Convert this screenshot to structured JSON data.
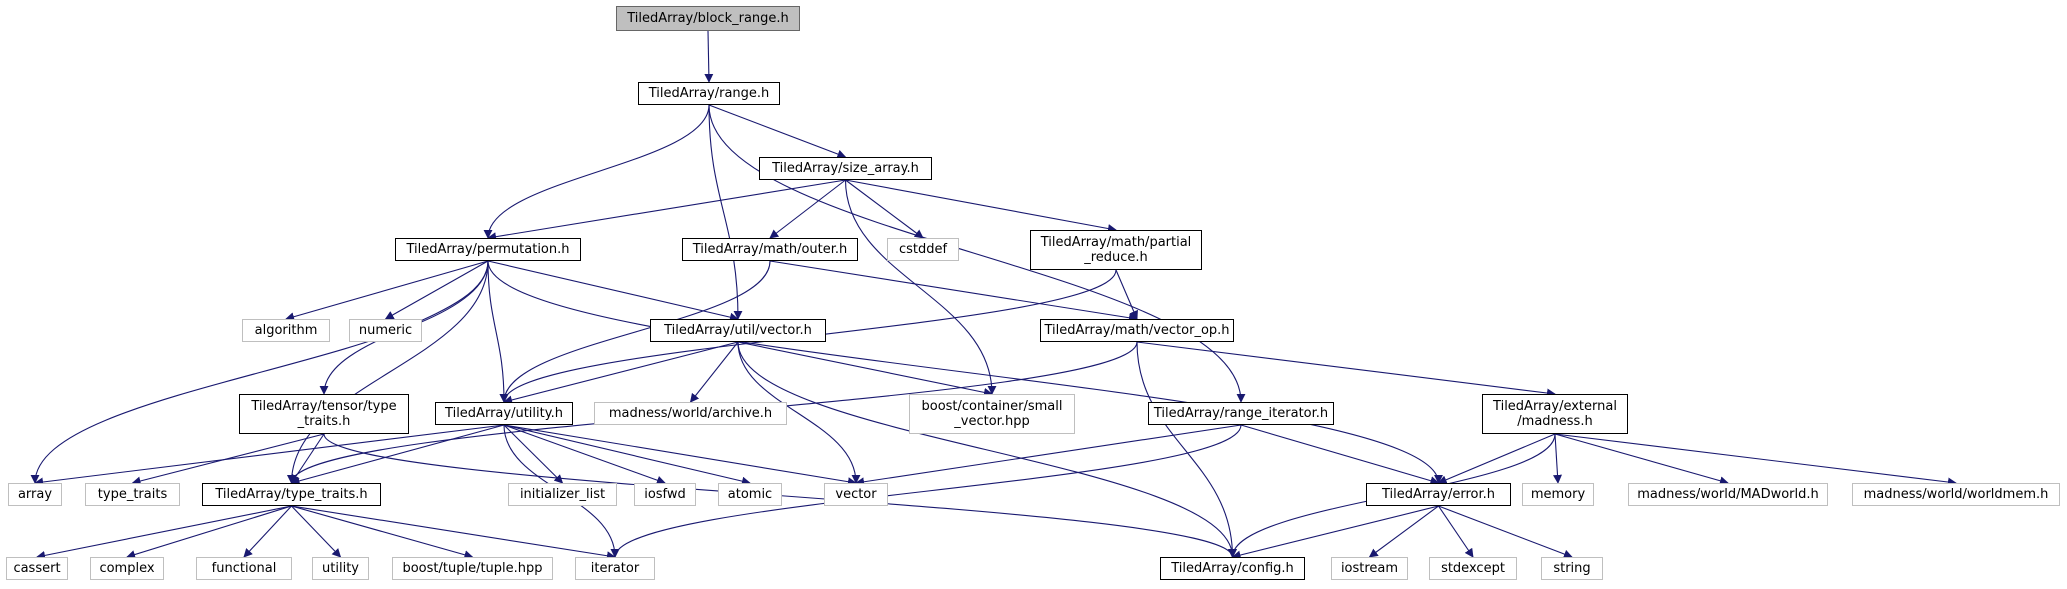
{
  "diagram": {
    "type": "include-dependency-graph",
    "colors": {
      "edge": "#191970",
      "root_fill": "#bfbfbf",
      "strong_border": "#000000",
      "weak_border": "#bfbfbf"
    },
    "nodes": {
      "block_range": "TiledArray/block_range.h",
      "range": "TiledArray/range.h",
      "size_array": "TiledArray/size_array.h",
      "permutation": "TiledArray/permutation.h",
      "math_outer": "TiledArray/math/outer.h",
      "cstddef": "cstddef",
      "math_partial_reduce": "TiledArray/math/partial\n_reduce.h",
      "algorithm": "algorithm",
      "numeric": "numeric",
      "util_vector": "TiledArray/util/vector.h",
      "math_vector_op": "TiledArray/math/vector_op.h",
      "tensor_type_traits": "TiledArray/tensor/type\n_traits.h",
      "utility_h": "TiledArray/utility.h",
      "madness_archive": "madness/world/archive.h",
      "boost_small_vector": "boost/container/small\n_vector.hpp",
      "range_iterator": "TiledArray/range_iterator.h",
      "external_madness": "TiledArray/external\n/madness.h",
      "array": "array",
      "type_traits_std": "type_traits",
      "type_traits_h": "TiledArray/type_traits.h",
      "initializer_list": "initializer_list",
      "iosfwd": "iosfwd",
      "atomic": "atomic",
      "vector": "vector",
      "error_h": "TiledArray/error.h",
      "memory": "memory",
      "madworld": "madness/world/MADworld.h",
      "worldmem": "madness/world/worldmem.h",
      "cassert": "cassert",
      "complex": "complex",
      "functional": "functional",
      "utility_std": "utility",
      "boost_tuple": "boost/tuple/tuple.hpp",
      "iterator": "iterator",
      "config_h": "TiledArray/config.h",
      "iostream": "iostream",
      "stdexcept": "stdexcept",
      "string": "string"
    },
    "edges": [
      [
        "block_range",
        "range"
      ],
      [
        "range",
        "size_array"
      ],
      [
        "range",
        "permutation"
      ],
      [
        "range",
        "util_vector"
      ],
      [
        "range",
        "range_iterator"
      ],
      [
        "size_array",
        "permutation"
      ],
      [
        "size_array",
        "math_outer"
      ],
      [
        "size_array",
        "cstddef"
      ],
      [
        "size_array",
        "math_partial_reduce"
      ],
      [
        "size_array",
        "boost_small_vector"
      ],
      [
        "permutation",
        "algorithm"
      ],
      [
        "permutation",
        "numeric"
      ],
      [
        "permutation",
        "util_vector"
      ],
      [
        "permutation",
        "utility_h"
      ],
      [
        "permutation",
        "tensor_type_traits"
      ],
      [
        "permutation",
        "array"
      ],
      [
        "permutation",
        "type_traits_h"
      ],
      [
        "permutation",
        "error_h"
      ],
      [
        "math_outer",
        "utility_h"
      ],
      [
        "math_outer",
        "math_vector_op"
      ],
      [
        "math_partial_reduce",
        "math_vector_op"
      ],
      [
        "math_partial_reduce",
        "utility_h"
      ],
      [
        "math_vector_op",
        "type_traits_h"
      ],
      [
        "math_vector_op",
        "external_madness"
      ],
      [
        "math_vector_op",
        "config_h"
      ],
      [
        "util_vector",
        "utility_h"
      ],
      [
        "util_vector",
        "madness_archive"
      ],
      [
        "util_vector",
        "boost_small_vector"
      ],
      [
        "util_vector",
        "vector"
      ],
      [
        "util_vector",
        "config_h"
      ],
      [
        "tensor_type_traits",
        "type_traits_std"
      ],
      [
        "tensor_type_traits",
        "type_traits_h"
      ],
      [
        "tensor_type_traits",
        "config_h"
      ],
      [
        "utility_h",
        "array"
      ],
      [
        "utility_h",
        "type_traits_h"
      ],
      [
        "utility_h",
        "initializer_list"
      ],
      [
        "utility_h",
        "iosfwd"
      ],
      [
        "utility_h",
        "atomic"
      ],
      [
        "utility_h",
        "vector"
      ],
      [
        "utility_h",
        "iterator"
      ],
      [
        "range_iterator",
        "vector"
      ],
      [
        "range_iterator",
        "error_h"
      ],
      [
        "range_iterator",
        "iterator"
      ],
      [
        "external_madness",
        "error_h"
      ],
      [
        "external_madness",
        "config_h"
      ],
      [
        "external_madness",
        "memory"
      ],
      [
        "external_madness",
        "madworld"
      ],
      [
        "external_madness",
        "worldmem"
      ],
      [
        "type_traits_h",
        "cassert"
      ],
      [
        "type_traits_h",
        "complex"
      ],
      [
        "type_traits_h",
        "functional"
      ],
      [
        "type_traits_h",
        "utility_std"
      ],
      [
        "type_traits_h",
        "boost_tuple"
      ],
      [
        "type_traits_h",
        "iterator"
      ],
      [
        "error_h",
        "config_h"
      ],
      [
        "error_h",
        "iostream"
      ],
      [
        "error_h",
        "stdexcept"
      ],
      [
        "error_h",
        "string"
      ]
    ]
  }
}
